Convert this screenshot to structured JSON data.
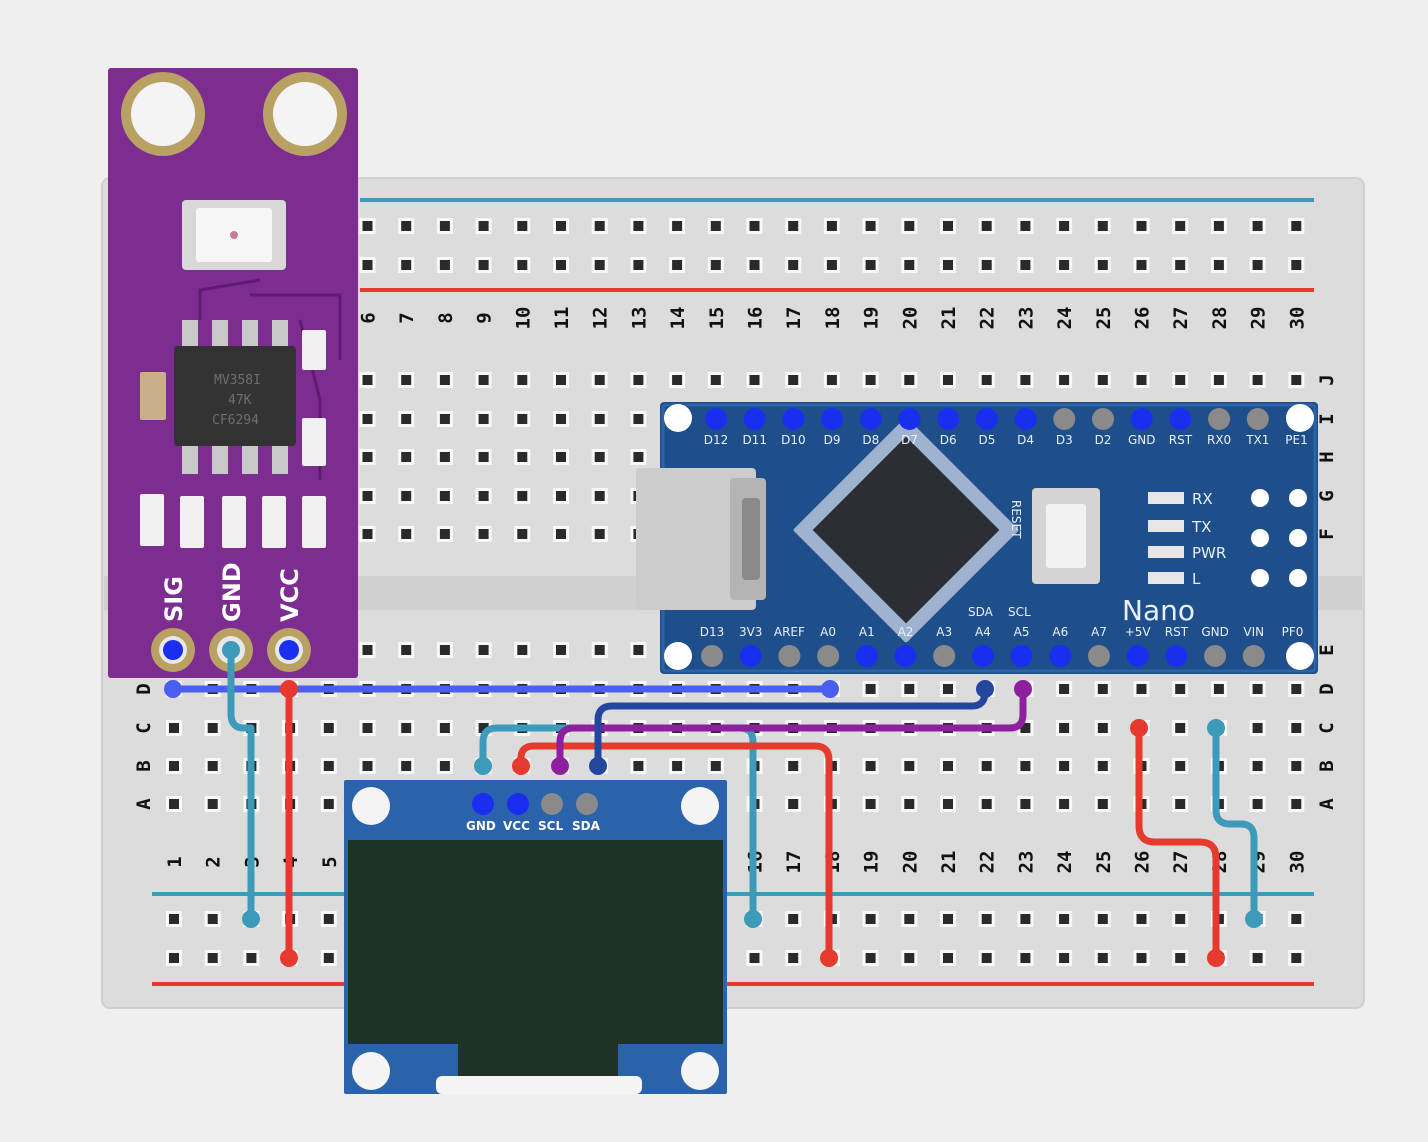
{
  "breadboard": {
    "columns": [
      "1",
      "2",
      "3",
      "4",
      "5",
      "6",
      "7",
      "8",
      "9",
      "10",
      "11",
      "12",
      "13",
      "14",
      "15",
      "16",
      "17",
      "18",
      "19",
      "20",
      "21",
      "22",
      "23",
      "24",
      "25",
      "26",
      "27",
      "28",
      "29",
      "30"
    ],
    "rows_top": [
      "J",
      "I",
      "H",
      "G",
      "F"
    ],
    "rows_bottom": [
      "E",
      "D",
      "C",
      "B",
      "A"
    ],
    "colors": {
      "board": "#dcdcdc",
      "rail_blue": "#3d9ab8",
      "rail_red": "#e63a2e",
      "hole": "#2a2a2a"
    }
  },
  "uv_sensor": {
    "pins": [
      "SIG",
      "GND",
      "VCC"
    ],
    "chip_markings": [
      "MV358I",
      "47K",
      "CF6294"
    ],
    "colors": {
      "pcb": "#7d2c8f"
    }
  },
  "arduino_nano": {
    "name": "Nano",
    "top_pins": [
      "D12",
      "D11",
      "D10",
      "D9",
      "D8",
      "D7",
      "D6",
      "D5",
      "D4",
      "D3",
      "D2",
      "GND",
      "RST",
      "RX0",
      "TX1",
      "PE1"
    ],
    "bottom_pins": [
      "D13",
      "3V3",
      "AREF",
      "A0",
      "A1",
      "A2",
      "A3",
      "A4",
      "A5",
      "A6",
      "A7",
      "+5V",
      "RST",
      "GND",
      "VIN",
      "PF0"
    ],
    "i2c_labels": [
      "SDA",
      "SCL"
    ],
    "led_labels": [
      "RX",
      "TX",
      "PWR",
      "L"
    ],
    "reset_label": "RESET",
    "colors": {
      "pcb": "#1f4f8a"
    }
  },
  "oled": {
    "pins": [
      "GND",
      "VCC",
      "SCL",
      "SDA"
    ],
    "colors": {
      "pcb": "#2a63ab",
      "screen": "#1e3326"
    }
  },
  "wires": {
    "colors": {
      "gnd": "#3d9ab8",
      "vcc": "#e63a2e",
      "sig": "#4a5ff0",
      "scl": "#8e1f9e",
      "sda": "#24479e"
    }
  }
}
